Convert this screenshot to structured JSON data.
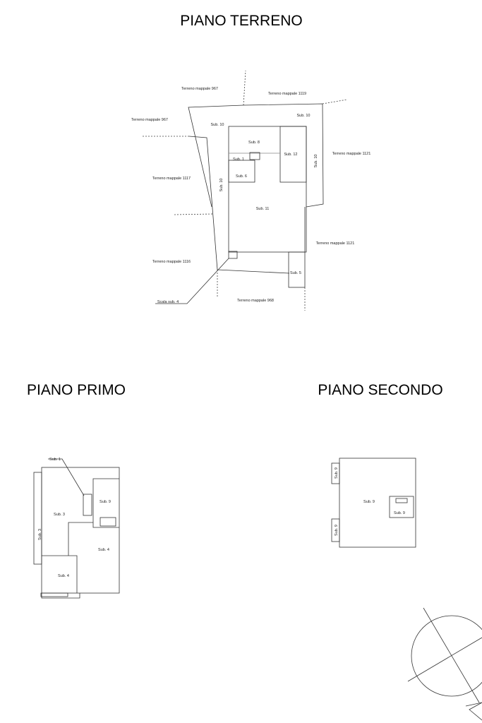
{
  "titles": {
    "ground": "PIANO TERRENO",
    "first": "PIANO PRIMO",
    "second": "PIANO SECONDO"
  },
  "ground_labels": {
    "t967_top": "Terreno mappale 967",
    "t1119": "Terreno mappale 1119",
    "sub10_tr": "Sub. 10",
    "t967_left": "Terreno mappale 967",
    "sub10_tl": "Sub. 10",
    "sub8": "Sub. 8",
    "sub12": "Sub. 12",
    "sub10_right": "Sub. 10",
    "t1121_top": "Terreno mappale 1121",
    "sub1": "Sub. 1",
    "sub6": "Sub. 6",
    "t1117": "Terreno mappale 1117",
    "sub10_left": "Sub. 10",
    "sub11": "Sub. 11",
    "t1121_bottom": "Terreno mappale 1121",
    "t1116": "Terreno mappale 1116",
    "sub5": "Sub. 5",
    "t968": "Terreno mappale 968",
    "scala": "Scala sub. 4"
  },
  "first_labels": {
    "sub1": "Sub. 1",
    "sub3": "Sub. 3",
    "sub9": "Sub. 9",
    "sub3_vertical": "Sub. 3",
    "sub4_right": "Sub. 4",
    "sub4_left": "Sub. 4"
  },
  "second_labels": {
    "sub9_top_tab": "Sub. 9",
    "sub9_bottom_tab": "Sub. 9",
    "sub9_main": "Sub. 9",
    "sub9_stair": "Sub. 9"
  }
}
